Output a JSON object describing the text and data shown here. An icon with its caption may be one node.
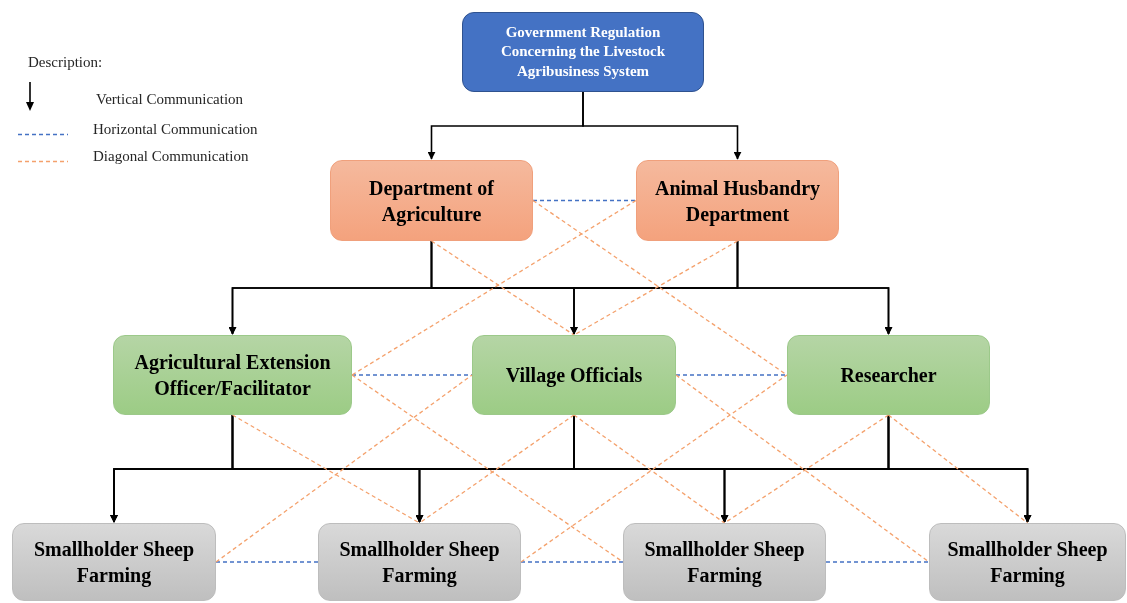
{
  "diagram": {
    "nodes": [
      {
        "text": [
          "Government Regulation Concerning the Livestock Agribusiness System"
        ]
      },
      {
        "text": [
          "Department of Agriculture"
        ]
      },
      {
        "text": [
          "Animal Husbandry Department"
        ]
      },
      {
        "text": [
          "Agricultural Extension Officer/Facilitator"
        ]
      },
      {
        "text": [
          "Village Officials"
        ]
      },
      {
        "text": [
          "Researcher"
        ]
      },
      {
        "text": [
          "Smallholder Sheep Farming"
        ]
      },
      {
        "text": [
          "Smallholder Sheep Farming"
        ]
      },
      {
        "text": [
          "Smallholder Sheep Farming"
        ]
      },
      {
        "text": [
          "Smallholder Sheep Farming"
        ]
      }
    ],
    "edges": [
      {
        "from": 0,
        "to": 1,
        "arrow": "to"
      },
      {
        "from": 0,
        "to": 2,
        "arrow": "to"
      },
      {
        "from": 1,
        "to": 3,
        "arrow": "to"
      },
      {
        "from": 1,
        "to": 4,
        "arrow": "to"
      },
      {
        "from": 1,
        "to": 5,
        "arrow": "to"
      },
      {
        "from": 2,
        "to": 3,
        "arrow": "to"
      },
      {
        "from": 2,
        "to": 4,
        "arrow": "to"
      },
      {
        "from": 2,
        "to": 5,
        "arrow": "to"
      },
      {
        "from": 3,
        "to": 6,
        "arrow": "to"
      },
      {
        "from": 3,
        "to": 7,
        "arrow": "to"
      },
      {
        "from": 3,
        "to": 8,
        "arrow": "to"
      },
      {
        "from": 3,
        "to": 9,
        "arrow": "to"
      },
      {
        "from": 4,
        "to": 6,
        "arrow": "to"
      },
      {
        "from": 4,
        "to": 7,
        "arrow": "to"
      },
      {
        "from": 4,
        "to": 8,
        "arrow": "to"
      },
      {
        "from": 4,
        "to": 9,
        "arrow": "to"
      },
      {
        "from": 5,
        "to": 6,
        "arrow": "to"
      },
      {
        "from": 5,
        "to": 7,
        "arrow": "to"
      },
      {
        "from": 5,
        "to": 8,
        "arrow": "to"
      },
      {
        "from": 5,
        "to": 9,
        "arrow": "to"
      },
      {
        "from": 1,
        "to": 2,
        "arrow": "none",
        "style": "dashed",
        "color": "#4472c4"
      },
      {
        "from": 3,
        "to": 4,
        "arrow": "none",
        "style": "dashed",
        "color": "#4472c4"
      },
      {
        "from": 4,
        "to": 5,
        "arrow": "none",
        "style": "dashed",
        "color": "#4472c4"
      },
      {
        "from": 6,
        "to": 7,
        "arrow": "none",
        "style": "dashed",
        "color": "#4472c4"
      },
      {
        "from": 7,
        "to": 8,
        "arrow": "none",
        "style": "dashed",
        "color": "#4472c4"
      },
      {
        "from": 8,
        "to": 9,
        "arrow": "none",
        "style": "dashed",
        "color": "#4472c4"
      },
      {
        "from": 1,
        "to": 4,
        "arrow": "none",
        "style": "dashed",
        "color": "#f4a16c"
      },
      {
        "from": 1,
        "to": 5,
        "arrow": "none",
        "style": "dashed",
        "color": "#f4a16c"
      },
      {
        "from": 2,
        "to": 3,
        "arrow": "none",
        "style": "dashed",
        "color": "#f4a16c"
      },
      {
        "from": 2,
        "to": 4,
        "arrow": "none",
        "style": "dashed",
        "color": "#f4a16c"
      },
      {
        "from": 3,
        "to": 7,
        "arrow": "none",
        "style": "dashed",
        "color": "#f4a16c"
      },
      {
        "from": 3,
        "to": 8,
        "arrow": "none",
        "style": "dashed",
        "color": "#f4a16c"
      },
      {
        "from": 6,
        "to": 4,
        "arrow": "none",
        "style": "dashed",
        "color": "#f4a16c"
      },
      {
        "from": 4,
        "to": 7,
        "arrow": "none",
        "style": "dashed",
        "color": "#f4a16c"
      },
      {
        "from": 4,
        "to": 8,
        "arrow": "none",
        "style": "dashed",
        "color": "#f4a16c"
      },
      {
        "from": 4,
        "to": 9,
        "arrow": "none",
        "style": "dashed",
        "color": "#f4a16c"
      },
      {
        "from": 7,
        "to": 5,
        "arrow": "none",
        "style": "dashed",
        "color": "#f4a16c"
      },
      {
        "from": 5,
        "to": 8,
        "arrow": "none",
        "style": "dashed",
        "color": "#f4a16c"
      },
      {
        "from": 5,
        "to": 9,
        "arrow": "none",
        "style": "dashed",
        "color": "#f4a16c"
      }
    ],
    "labels": [
      "Description:"
    ],
    "legend": [
      {
        "text": "Vertical Communication"
      },
      {
        "text": "Horizontal Communication"
      },
      {
        "text": "Diagonal Communication"
      }
    ]
  }
}
